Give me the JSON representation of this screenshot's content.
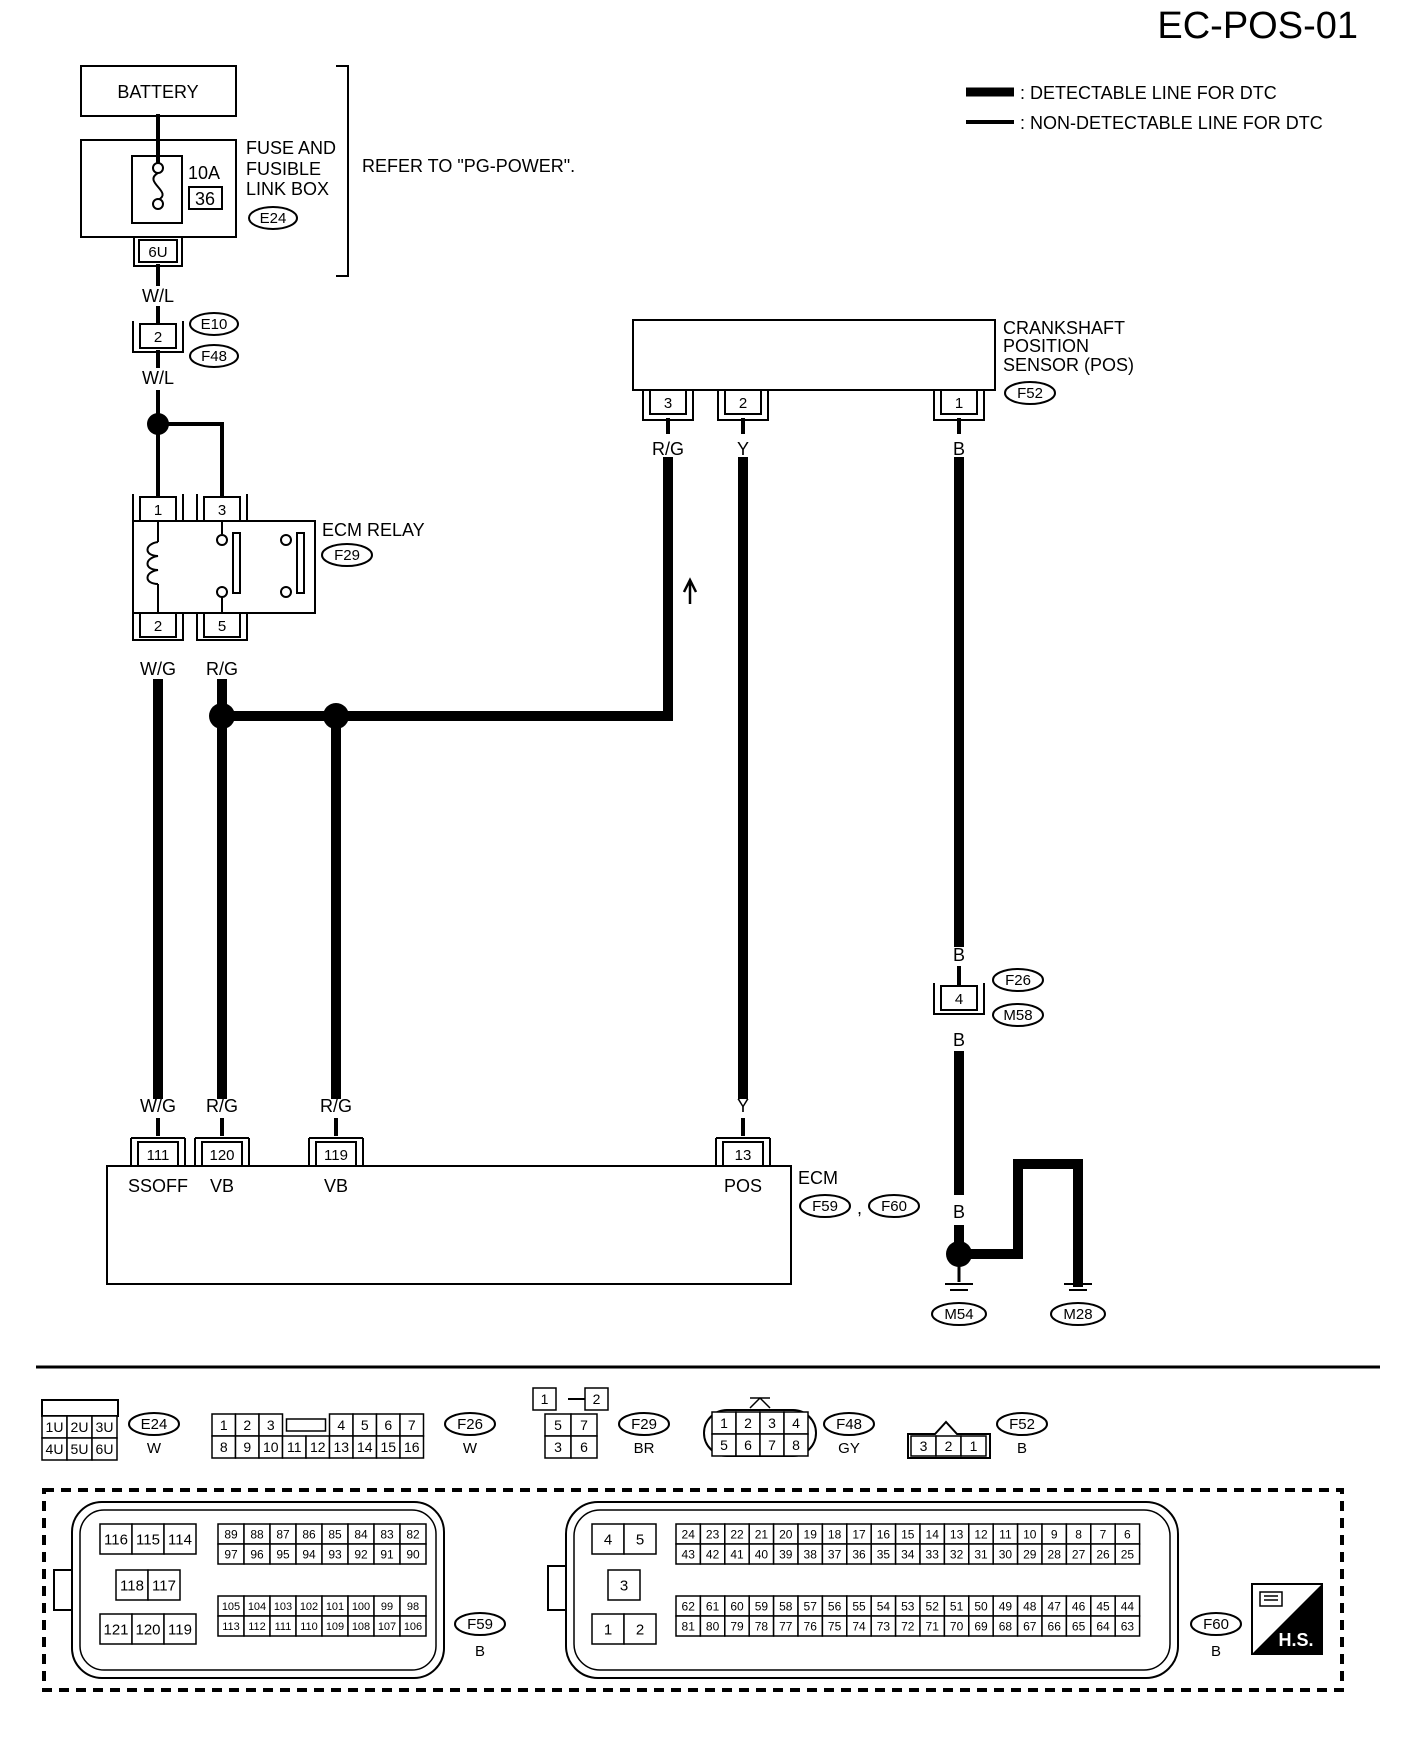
{
  "page_code": "EC-POS-01",
  "legend": {
    "detectable": ": DETECTABLE LINE FOR DTC",
    "non_detectable": ": NON-DETECTABLE LINE FOR DTC"
  },
  "battery": "BATTERY",
  "fuse_box": {
    "label_line1": "FUSE AND",
    "label_line2": "FUSIBLE",
    "label_line3": "LINK BOX",
    "rating": "10A",
    "fuse_no": "36",
    "connector": "E24",
    "terminal": "6U",
    "note": "REFER TO \"PG-POWER\"."
  },
  "joint_connector": {
    "pin": "2",
    "ids": [
      "E10",
      "F48"
    ]
  },
  "ecm_relay": {
    "label": "ECM RELAY",
    "connector": "F29",
    "pins": {
      "p1": "1",
      "p2": "2",
      "p3": "3",
      "p5": "5"
    }
  },
  "crank_sensor": {
    "label_line1": "CRANKSHAFT",
    "label_line2": "POSITION",
    "label_line3": "SENSOR (POS)",
    "connector": "F52",
    "pins": {
      "p3": "3",
      "p2": "2",
      "p1": "1"
    }
  },
  "ground_joint": {
    "pin": "4",
    "ids": [
      "F26",
      "M58"
    ]
  },
  "wires": {
    "wl": "W/L",
    "wg": "W/G",
    "rg": "R/G",
    "y": "Y",
    "b": "B"
  },
  "ecm": {
    "label": "ECM",
    "connectors": [
      "F59",
      "F60"
    ],
    "separator": ",",
    "terminals": [
      {
        "pin": "111",
        "name": "SSOFF"
      },
      {
        "pin": "120",
        "name": "VB"
      },
      {
        "pin": "119",
        "name": "VB"
      },
      {
        "pin": "13",
        "name": "POS"
      }
    ]
  },
  "grounds": [
    "M54",
    "M28"
  ],
  "connector_views": {
    "e24": {
      "id": "E24",
      "color": "W",
      "row1": [
        "1U",
        "2U",
        "3U"
      ],
      "row2": [
        "4U",
        "5U",
        "6U"
      ]
    },
    "f26": {
      "id": "F26",
      "color": "W",
      "row1": [
        "1",
        "2",
        "3",
        "4",
        "5",
        "6",
        "7"
      ],
      "row2": [
        "8",
        "9",
        "10",
        "11",
        "12",
        "13",
        "14",
        "15",
        "16"
      ]
    },
    "f29": {
      "id": "F29",
      "color": "BR",
      "top": [
        "1",
        "2"
      ],
      "row1": [
        "5",
        "7"
      ],
      "row2": [
        "3",
        "6"
      ]
    },
    "f48": {
      "id": "F48",
      "color": "GY",
      "row1": [
        "1",
        "2",
        "3",
        "4"
      ],
      "row2": [
        "5",
        "6",
        "7",
        "8"
      ]
    },
    "f52": {
      "id": "F52",
      "color": "B",
      "pins": [
        "3",
        "2",
        "1"
      ]
    },
    "f59": {
      "id": "F59",
      "color": "B",
      "big1": [
        "116",
        "115",
        "114"
      ],
      "big2": [
        "118",
        "117"
      ],
      "big3": [
        "121",
        "120",
        "119"
      ],
      "a1": [
        "89",
        "88",
        "87",
        "86",
        "85",
        "84",
        "83",
        "82"
      ],
      "a2": [
        "97",
        "96",
        "95",
        "94",
        "93",
        "92",
        "91",
        "90"
      ],
      "b1": [
        "105",
        "104",
        "103",
        "102",
        "101",
        "100",
        "99",
        "98"
      ],
      "b2": [
        "113",
        "112",
        "111",
        "110",
        "109",
        "108",
        "107",
        "106"
      ]
    },
    "f60": {
      "id": "F60",
      "color": "B",
      "big1": [
        "4",
        "5"
      ],
      "big2": [
        "3"
      ],
      "big3": [
        "1",
        "2"
      ],
      "a1": [
        "24",
        "23",
        "22",
        "21",
        "20",
        "19",
        "18",
        "17",
        "16",
        "15",
        "14",
        "13",
        "12",
        "11",
        "10",
        "9",
        "8",
        "7",
        "6"
      ],
      "a2": [
        "43",
        "42",
        "41",
        "40",
        "39",
        "38",
        "37",
        "36",
        "35",
        "34",
        "33",
        "32",
        "31",
        "30",
        "29",
        "28",
        "27",
        "26",
        "25"
      ],
      "b1": [
        "62",
        "61",
        "60",
        "59",
        "58",
        "57",
        "56",
        "55",
        "54",
        "53",
        "52",
        "51",
        "50",
        "49",
        "48",
        "47",
        "46",
        "45",
        "44"
      ],
      "b2": [
        "81",
        "80",
        "79",
        "78",
        "77",
        "76",
        "75",
        "74",
        "73",
        "72",
        "71",
        "70",
        "69",
        "68",
        "67",
        "66",
        "65",
        "64",
        "63"
      ]
    }
  },
  "hs_badge": "H.S."
}
